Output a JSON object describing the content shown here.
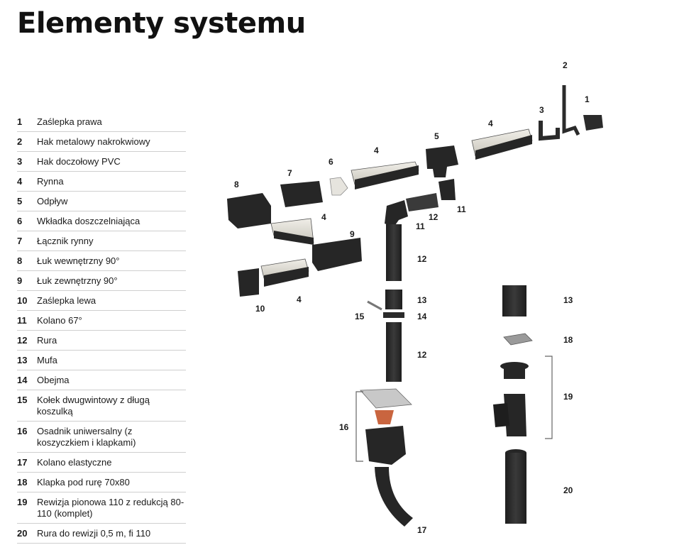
{
  "title": "Elementy systemu",
  "legend": [
    {
      "num": "1",
      "label": "Zaślepka prawa"
    },
    {
      "num": "2",
      "label": "Hak metalowy nakrokwiowy"
    },
    {
      "num": "3",
      "label": "Hak doczołowy PVC"
    },
    {
      "num": "4",
      "label": "Rynna"
    },
    {
      "num": "5",
      "label": "Odpływ"
    },
    {
      "num": "6",
      "label": "Wkładka doszczelniająca"
    },
    {
      "num": "7",
      "label": "Łącznik rynny"
    },
    {
      "num": "8",
      "label": "Łuk wewnętrzny 90°"
    },
    {
      "num": "9",
      "label": "Łuk zewnętrzny 90°"
    },
    {
      "num": "10",
      "label": "Zaślepka lewa"
    },
    {
      "num": "11",
      "label": "Kolano 67°"
    },
    {
      "num": "12",
      "label": "Rura"
    },
    {
      "num": "13",
      "label": "Mufa"
    },
    {
      "num": "14",
      "label": "Obejma"
    },
    {
      "num": "15",
      "label": "Kołek dwugwintowy z długą koszulką"
    },
    {
      "num": "16",
      "label": "Osadnik uniwersalny (z koszyczkiem i klapkami)"
    },
    {
      "num": "17",
      "label": "Kolano elastyczne"
    },
    {
      "num": "18",
      "label": "Klapka pod rurę 70x80"
    },
    {
      "num": "19",
      "label": "Rewizja pionowa 110 z redukcją 80-110 (komplet)"
    },
    {
      "num": "20",
      "label": "Rura do rewizji 0,5 m, fi 110"
    }
  ],
  "callouts": {
    "c1": "1",
    "c2": "2",
    "c3": "3",
    "c4a": "4",
    "c4b": "4",
    "c4c": "4",
    "c4d": "4",
    "c5": "5",
    "c6": "6",
    "c7": "7",
    "c8": "8",
    "c9": "9",
    "c10": "10",
    "c11a": "11",
    "c11b": "11",
    "c12a": "12",
    "c12b": "12",
    "c12c": "12",
    "c13a": "13",
    "c13b": "13",
    "c14": "14",
    "c15": "15",
    "c16": "16",
    "c17": "17",
    "c18": "18",
    "c19": "19",
    "c20": "20"
  },
  "colors": {
    "part": "#2b2b2b",
    "part_light": "#e4e2da",
    "basket": "#c9653f",
    "gray": "#9a9a9a"
  }
}
